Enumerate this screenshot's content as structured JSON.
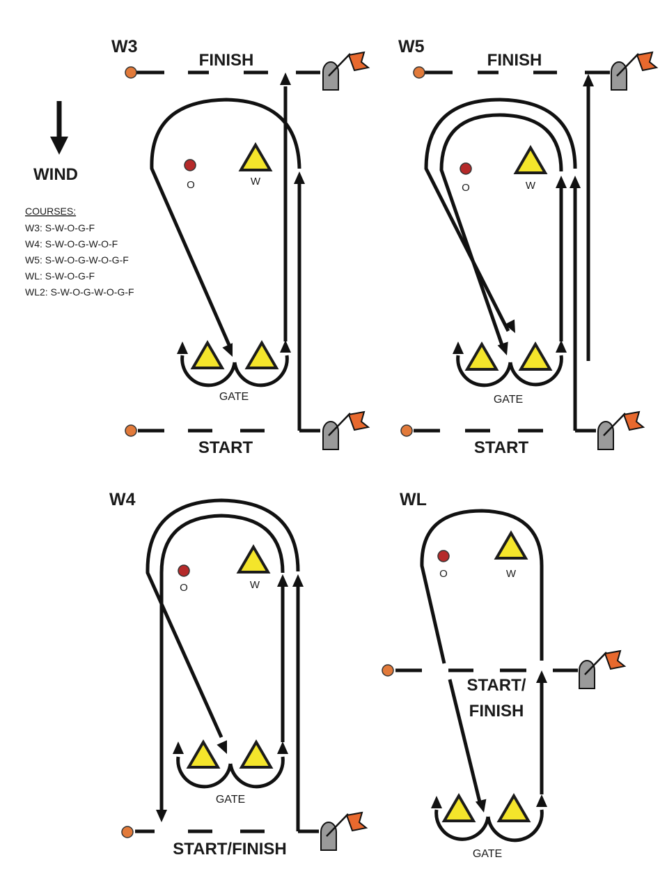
{
  "wind": {
    "label": "WIND"
  },
  "legend": {
    "heading": "COURSES:",
    "rows": [
      "W3: S-W-O-G-F",
      "W4: S-W-O-G-W-O-F",
      "W5: S-W-O-G-W-O-G-F",
      "WL: S-W-O-G-F",
      "WL2: S-W-O-G-W-O-G-F"
    ]
  },
  "courses": {
    "w3": {
      "title": "W3",
      "finish": "FINISH",
      "start": "START",
      "gate": "GATE",
      "windward": "W",
      "offset": "O"
    },
    "w5": {
      "title": "W5",
      "finish": "FINISH",
      "start": "START",
      "gate": "GATE",
      "windward": "W",
      "offset": "O"
    },
    "w4": {
      "title": "W4",
      "start_finish": "START/FINISH",
      "gate": "GATE",
      "windward": "W",
      "offset": "O"
    },
    "wl": {
      "title": "WL",
      "start_finish_line1": "START/",
      "start_finish_line2": "FINISH",
      "gate": "GATE",
      "windward": "W",
      "offset": "O"
    }
  },
  "colors": {
    "mark": "#f4e52b",
    "offset_mark": "#b52a2a",
    "pin_buoy": "#e27a3a",
    "committee_boat": "#9a9a9a",
    "flag": "#e8692e",
    "line": "#111111"
  }
}
